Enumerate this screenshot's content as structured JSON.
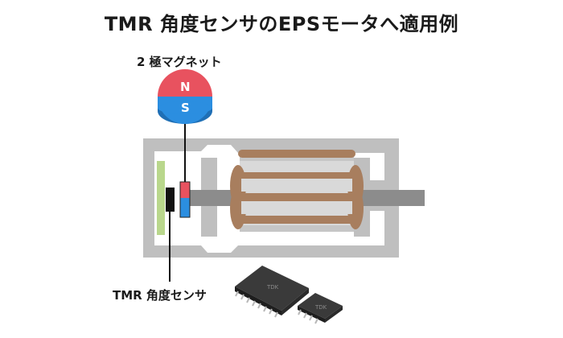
{
  "title": "TMR 角度センサのEPSモータへ適用例",
  "magnet": {
    "label": "2 極マグネット",
    "north": "N",
    "south": "S",
    "north_color": "#e8525f",
    "south_color": "#2b8ee0"
  },
  "sensor": {
    "label": "TMR 角度センサ"
  },
  "chips": {
    "large_mark": "TDK",
    "small_mark": "TDK"
  },
  "colors": {
    "housing": "#bfbfbf",
    "shaft": "#8c8c8c",
    "coil": "#a87e5e",
    "board": "#b9d78c",
    "core": "#d9d9d9"
  }
}
